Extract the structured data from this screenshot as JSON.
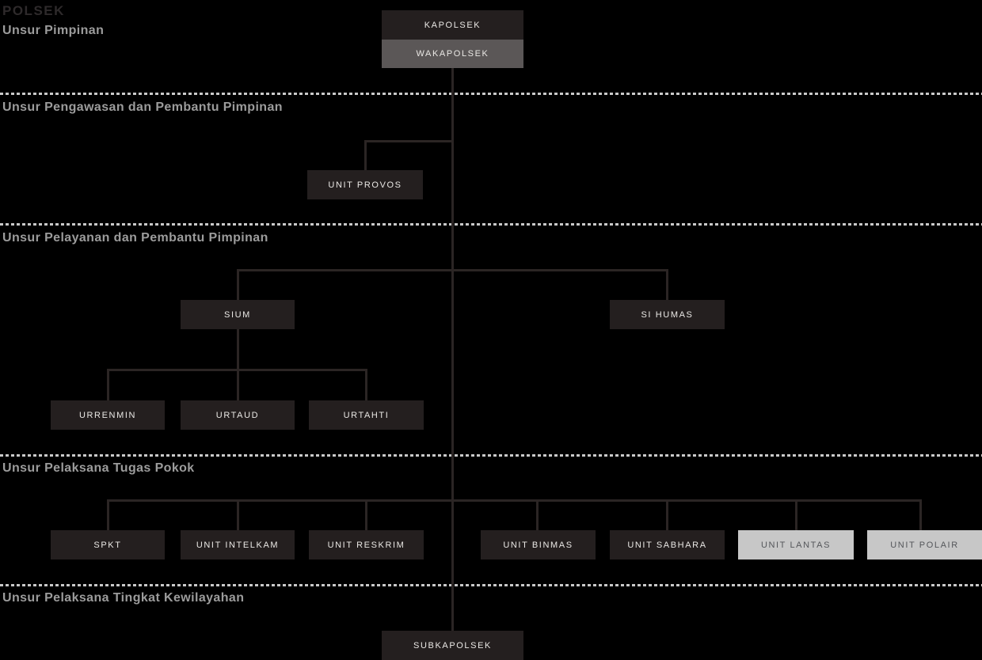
{
  "title": "POLSEK",
  "colors": {
    "background": "#000000",
    "box_dark": "#241f1f",
    "box_gray": "#5b5757",
    "box_light": "#c7c7c7",
    "box_dark_text": "#eae8e5",
    "box_light_text": "#54565a",
    "line": "#2b2524",
    "divider": "#c9c9c9",
    "heading": "#9c9c9c",
    "title_color": "#2e2a2b"
  },
  "sections": [
    {
      "label": "Unsur Pimpinan"
    },
    {
      "label": "Unsur Pengawasan dan Pembantu Pimpinan"
    },
    {
      "label": "Unsur Pelayanan dan Pembantu Pimpinan"
    },
    {
      "label": "Unsur Pelaksana Tugas Pokok"
    },
    {
      "label": "Unsur Pelaksana Tingkat Kewilayahan"
    }
  ],
  "nodes": {
    "kapolsek": {
      "label": "KAPOLSEK",
      "variant": "dark"
    },
    "wakapolsek": {
      "label": "WAKAPOLSEK",
      "variant": "gray"
    },
    "unit_provos": {
      "label": "UNIT PROVOS",
      "variant": "dark"
    },
    "sium": {
      "label": "SIUM",
      "variant": "dark"
    },
    "si_humas": {
      "label": "SI HUMAS",
      "variant": "dark"
    },
    "urrenmin": {
      "label": "URRENMIN",
      "variant": "dark"
    },
    "urtaud": {
      "label": "URTAUD",
      "variant": "dark"
    },
    "urtahti": {
      "label": "URTAHTI",
      "variant": "dark"
    },
    "spkt": {
      "label": "SPKT",
      "variant": "dark"
    },
    "unit_intelkam": {
      "label": "UNIT INTELKAM",
      "variant": "dark"
    },
    "unit_reskrim": {
      "label": "UNIT RESKRIM",
      "variant": "dark"
    },
    "unit_binmas": {
      "label": "UNIT BINMAS",
      "variant": "dark"
    },
    "unit_sabhara": {
      "label": "UNIT SABHARA",
      "variant": "dark"
    },
    "unit_lantas": {
      "label": "UNIT LANTAS",
      "variant": "light"
    },
    "unit_polair": {
      "label": "UNIT POLAIR",
      "variant": "light"
    },
    "subkapolsek": {
      "label": "SUBKAPOLSEK",
      "variant": "dark"
    }
  }
}
